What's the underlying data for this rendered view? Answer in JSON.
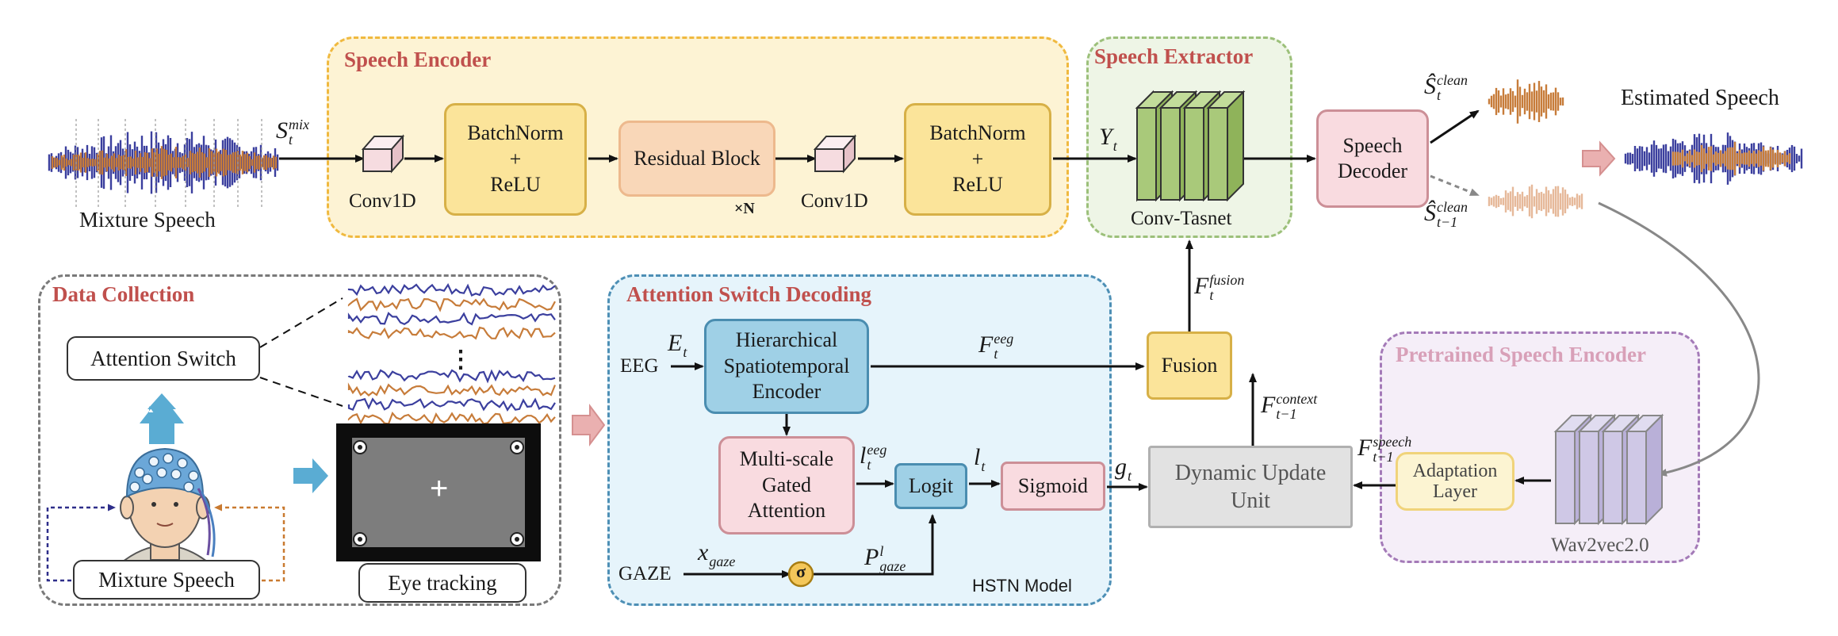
{
  "groups": {
    "speech_encoder": "Speech Encoder",
    "speech_extractor": "Speech Extractor",
    "data_collection": "Data Collection",
    "attention_switch_decoding": "Attention Switch Decoding",
    "pretrained_speech_encoder": "Pretrained Speech Encoder"
  },
  "blocks": {
    "batchnorm_relu": "BatchNorm\n+\nReLU",
    "residual_block": "Residual Block",
    "hier_encoder": "Hierarchical\nSpatiotemporal\nEncoder",
    "multiscale": "Multi-scale\nGated\nAttention",
    "logit": "Logit",
    "sigmoid": "Sigmoid",
    "fusion": "Fusion",
    "dynamic_update": "Dynamic Update\nUnit",
    "speech_decoder": "Speech\nDecoder",
    "adaptation": "Adaptation\nLayer",
    "sigma": "σ"
  },
  "labels": {
    "mixture_speech": "Mixture Speech",
    "conv1d": "Conv1D",
    "times_n": "×N",
    "conv_tasnet": "Conv-Tasnet",
    "estimated_speech": "Estimated Speech",
    "attention_switch": "Attention Switch",
    "eye_tracking": "Eye tracking",
    "eeg": "EEG",
    "gaze": "GAZE",
    "hstn_model": "HSTN Model",
    "wav2vec": "Wav2vec2.0",
    "crosshair": "+",
    "dots": "⋮"
  },
  "symbols": {
    "s_mix": {
      "base": "S",
      "sub": "t",
      "sup": "mix"
    },
    "y_t": {
      "base": "Y",
      "sub": "t"
    },
    "s_clean": {
      "base": "Ŝ",
      "sub": "t",
      "sup": "clean"
    },
    "s_clean_prev": {
      "base": "Ŝ",
      "sub": "t−1",
      "sup": "clean"
    },
    "f_fusion": {
      "base": "F",
      "sub": "t",
      "sup": "fusion"
    },
    "e_t": {
      "base": "E",
      "sub": "t"
    },
    "f_eeg": {
      "base": "F",
      "sub": "t",
      "sup": "eeg"
    },
    "f_context": {
      "base": "F",
      "sub": "t−1",
      "sup": "context"
    },
    "f_speech": {
      "base": "F",
      "sub": "t−1",
      "sup": "speech"
    },
    "l_eeg": {
      "base": "l",
      "sub": "t",
      "sup": "eeg"
    },
    "l_t": {
      "base": "l",
      "sub": "t"
    },
    "g_t": {
      "base": "g",
      "sub": "t"
    },
    "x_gaze": {
      "base": "x",
      "sub": "gaze"
    },
    "p_gaze": {
      "base": "P",
      "sub": "gaze",
      "sup": "l"
    }
  },
  "colors": {
    "encoder_fill": "#fdf3d4",
    "encoder_border": "#f0b93f",
    "extractor_fill": "#eef5e6",
    "extractor_border": "#9cc07a",
    "data_border": "#7a7a7a",
    "attention_fill": "#e6f4fb",
    "attention_border": "#4d8fb5",
    "pretrained_fill": "#f5eef8",
    "pretrained_border": "#a47ab8",
    "title_red": "#c0504d",
    "blue_wave": "#3b3f9e",
    "orange_wave": "#c77c3a"
  }
}
